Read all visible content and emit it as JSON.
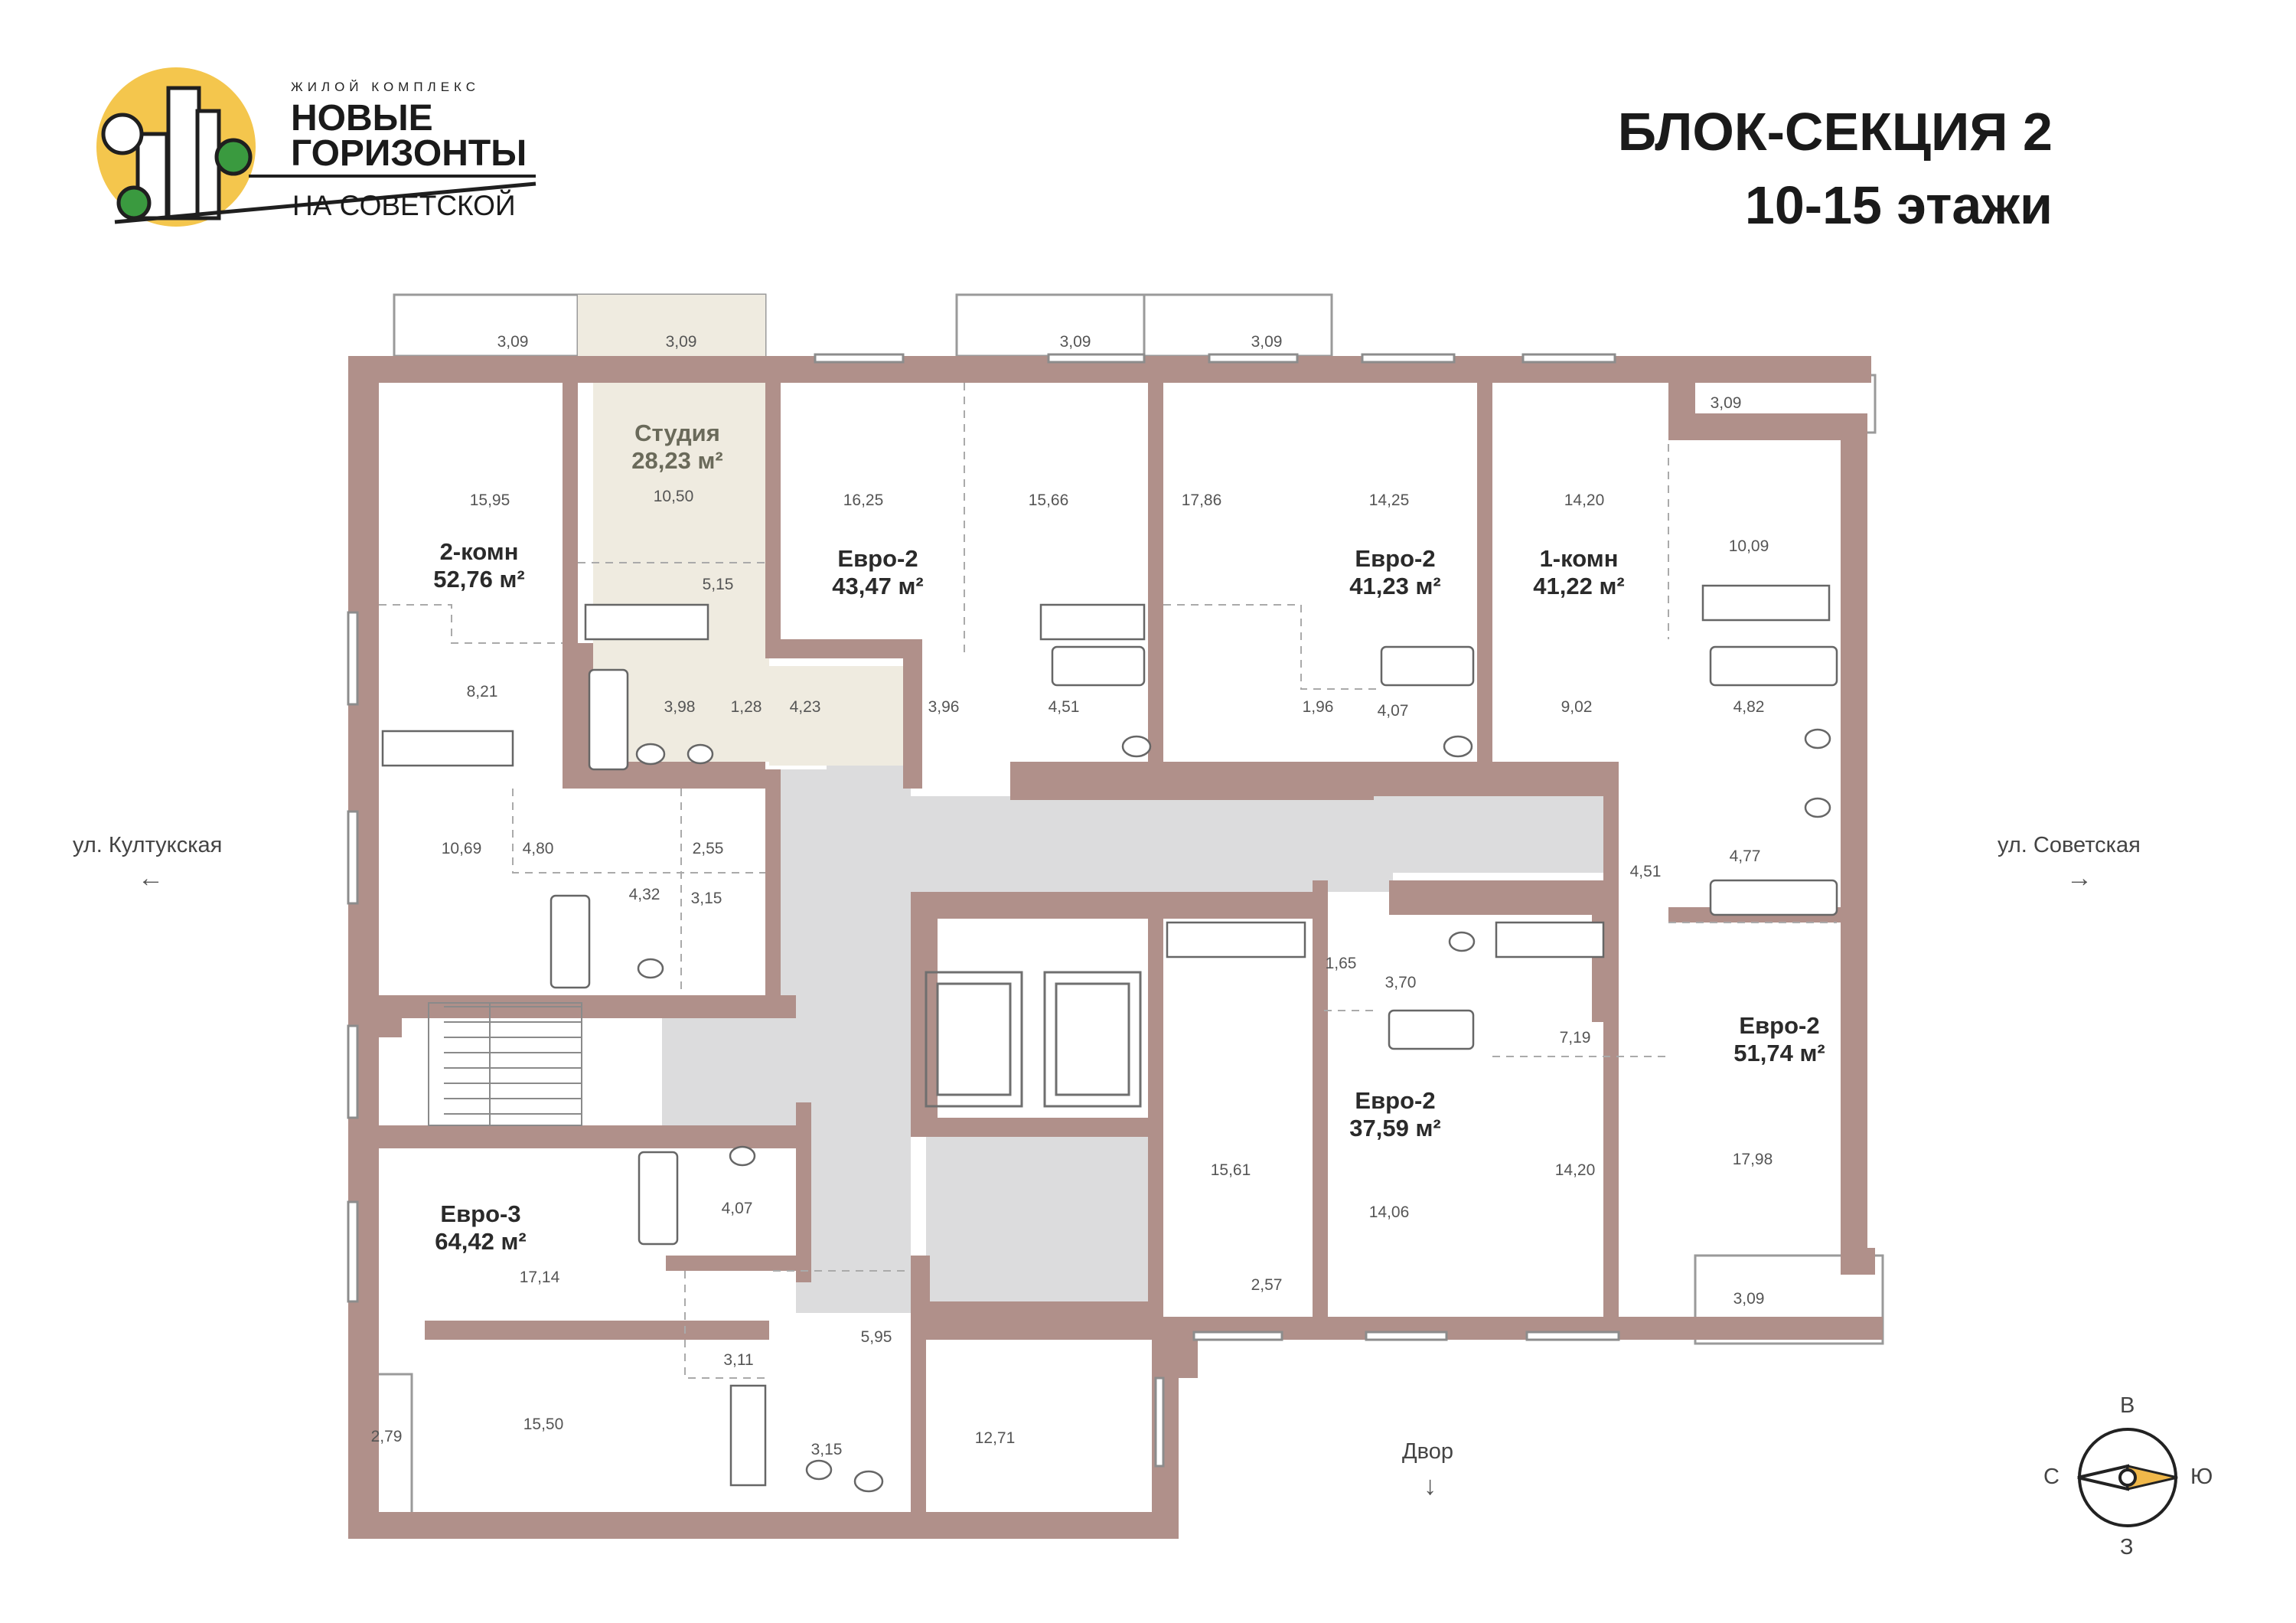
{
  "logo": {
    "top_text": "ЖИЛОЙ КОМПЛЕКС",
    "line1": "НОВЫЕ",
    "line2": "ГОРИЗОНТЫ",
    "line3": "НА СОВЕТСКОЙ"
  },
  "header": {
    "title": "БЛОК-СЕКЦИЯ 2",
    "subtitle": "10-15 этажи"
  },
  "streets": {
    "left": "ул. Култукская",
    "left_arrow": "←",
    "right": "ул. Советская",
    "right_arrow": "→",
    "bottom": "Двор",
    "bottom_arrow": "↓"
  },
  "compass": {
    "north": "В",
    "south": "З",
    "west": "С",
    "east": "Ю"
  },
  "colors": {
    "wall": "#b0908a",
    "corridor": "#dcdcdd",
    "highlight": "#efebe0",
    "logo_sun": "#f4c64d",
    "logo_tree": "#3a9a3f",
    "compass_arrow": "#f0b84a"
  },
  "apartments": [
    {
      "type": "Студия",
      "area": "28,23 м²"
    },
    {
      "type": "2-комн",
      "area": "52,76 м²"
    },
    {
      "type": "Евро-2",
      "area": "43,47 м²"
    },
    {
      "type": "Евро-2",
      "area": "41,23 м²"
    },
    {
      "type": "1-комн",
      "area": "41,22 м²"
    },
    {
      "type": "Евро-2",
      "area": "51,74 м²"
    },
    {
      "type": "Евро-2",
      "area": "37,59 м²"
    },
    {
      "type": "Евро-3",
      "area": "64,42 м²"
    }
  ],
  "room_areas": [
    "3,09",
    "3,09",
    "3,09",
    "3,09",
    "3,09",
    "3,09",
    "15,95",
    "10,50",
    "5,15",
    "16,25",
    "15,66",
    "17,86",
    "14,25",
    "14,20",
    "10,09",
    "8,21",
    "3,98",
    "1,28",
    "4,23",
    "3,96",
    "4,51",
    "1,96",
    "4,07",
    "9,02",
    "4,82",
    "10,69",
    "4,80",
    "2,55",
    "4,32",
    "3,15",
    "4,51",
    "4,77",
    "1,65",
    "3,70",
    "7,19",
    "15,61",
    "14,06",
    "14,20",
    "17,98",
    "4,07",
    "17,14",
    "2,57",
    "3,11",
    "5,95",
    "15,50",
    "2,79",
    "3,15",
    "12,71"
  ]
}
